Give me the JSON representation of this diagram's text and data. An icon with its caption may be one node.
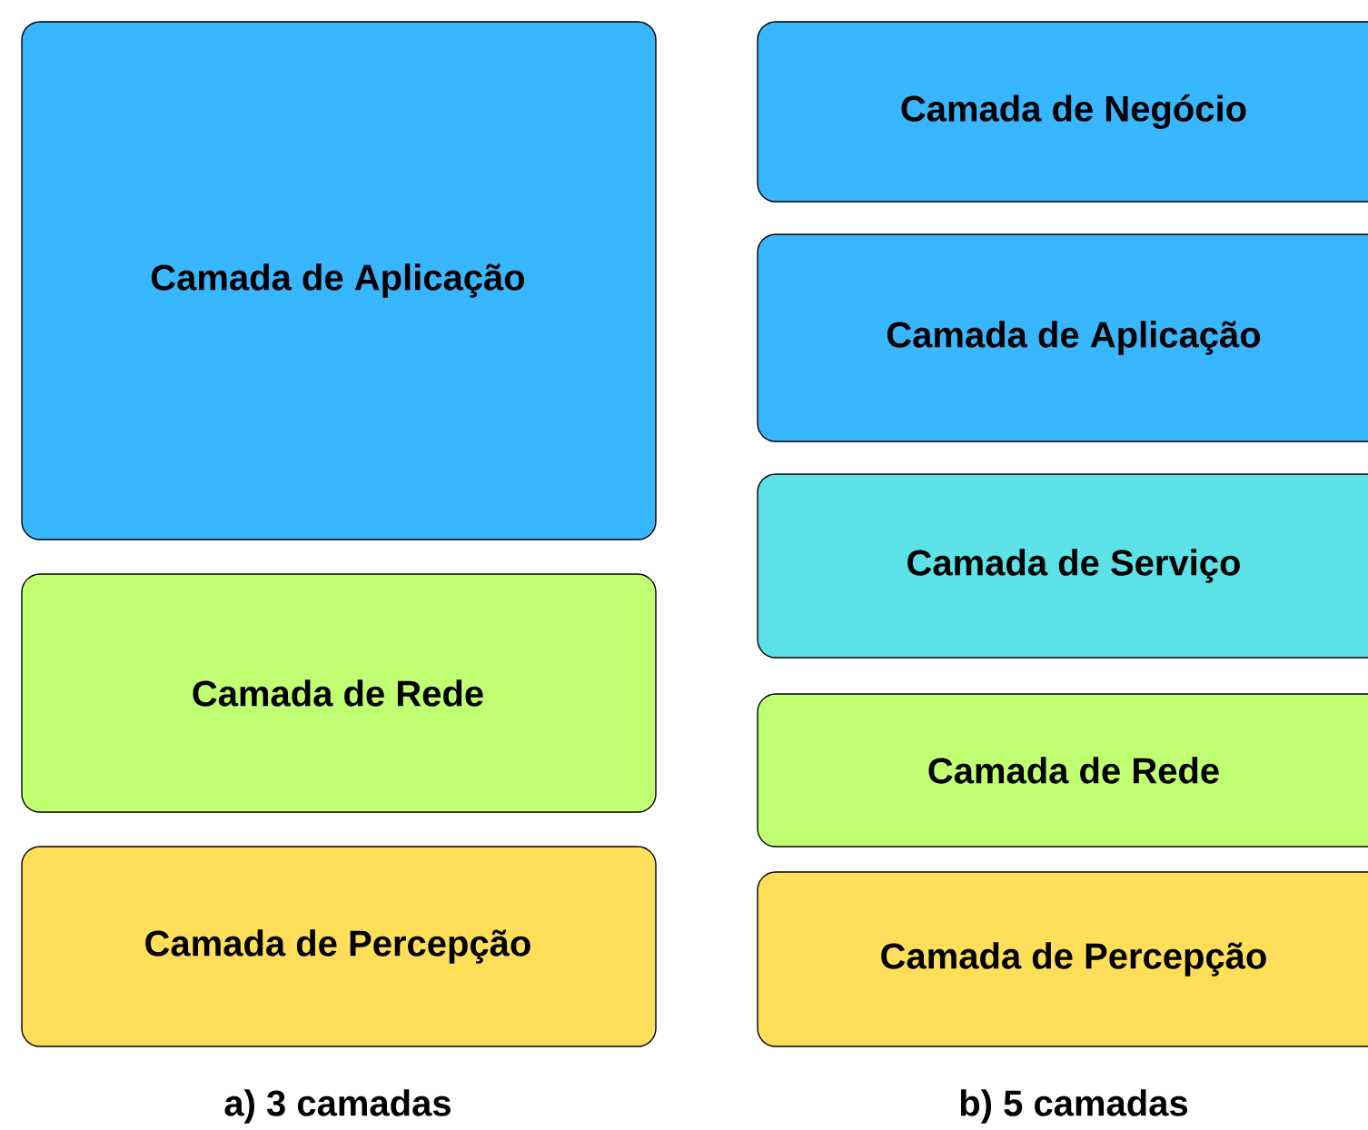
{
  "diagram": {
    "nodes": [
      {
        "text": [
          "Camada de Aplicação"
        ]
      },
      {
        "text": [
          "Camada de Rede"
        ]
      },
      {
        "text": [
          "Camada de Percepção"
        ]
      },
      {
        "text": [
          "Camada de Negócio"
        ]
      },
      {
        "text": [
          "Camada de Aplicação"
        ]
      },
      {
        "text": [
          "Camada de Serviço"
        ]
      },
      {
        "text": [
          "Camada de Rede"
        ]
      },
      {
        "text": [
          "Camada de Percepção"
        ]
      }
    ],
    "labels": [
      "a) 3 camadas",
      "b) 5 camadas"
    ]
  }
}
